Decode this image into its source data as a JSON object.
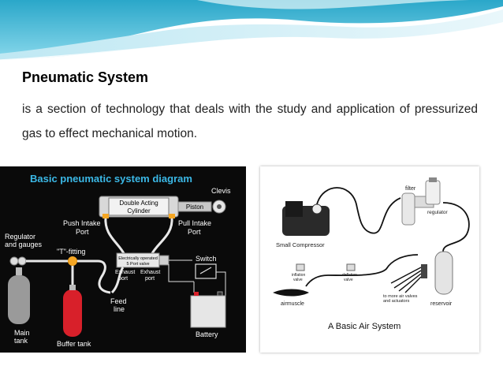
{
  "slide": {
    "title": "Pneumatic System",
    "body": "is a section of technology that deals with the study and application of pressurized gas to effect mechanical motion."
  },
  "left_figure": {
    "heading": "Basic pneumatic system diagram",
    "labels": {
      "clevis": "Clevis",
      "double_acting_1": "Double Acting",
      "double_acting_2": "Cylinder",
      "piston": "Piston",
      "push_intake_1": "Push Intake",
      "push_intake_2": "Port",
      "pull_intake_1": "Pull Intake",
      "pull_intake_2": "Port",
      "regulator_1": "Regulator",
      "regulator_2": "and gauges",
      "t_fitting": "\"T\"-fitting",
      "valve_1": "Electrically operated",
      "valve_2": "5 Port valve",
      "exhaust_left_1": "Exhaust",
      "exhaust_left_2": "port",
      "exhaust_right_1": "Exhaust",
      "exhaust_right_2": "port",
      "switch": "Switch",
      "feed_1": "Feed",
      "feed_2": "line",
      "main_tank_1": "Main",
      "main_tank_2": "tank",
      "buffer_tank": "Buffer tank",
      "battery": "Battery"
    },
    "colors": {
      "heading": "#3bb8e6",
      "label": "#ffffff",
      "tank_main": "#9a9a9a",
      "tank_buffer": "#d8202a",
      "fitting": "#f5a623"
    }
  },
  "right_figure": {
    "caption": "A Basic Air System",
    "labels": {
      "filter": "filter",
      "regulator": "regulator",
      "small_compressor": "Small Compressor",
      "inflation_1": "inflation",
      "inflation_2": "valve",
      "deflation_1": "deflation",
      "deflation_2": "valve",
      "airmuscle": "airmuscle",
      "to_more_1": "to more air valves",
      "to_more_2": "and actuators",
      "reservoir": "reservoir"
    }
  }
}
